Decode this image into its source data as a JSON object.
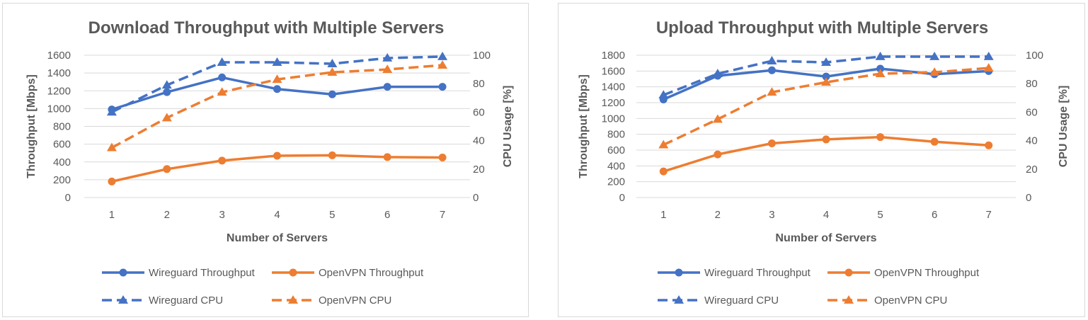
{
  "colors": {
    "wireguard": "#4472c4",
    "openvpn": "#ed7d31",
    "grid": "#d9d9d9",
    "text": "#595959"
  },
  "chart_data": [
    {
      "type": "line",
      "title": "Download Throughput with Multiple Servers",
      "xlabel": "Number of Servers",
      "ylabel": "Throughput  [Mbps]",
      "y2label": "CPU Usage [%]",
      "categories": [
        "1",
        "2",
        "3",
        "4",
        "5",
        "6",
        "7"
      ],
      "ylim": [
        0,
        1600
      ],
      "yticks": [
        "0",
        "200",
        "400",
        "600",
        "800",
        "1000",
        "1200",
        "1400",
        "1600"
      ],
      "y2lim": [
        0,
        100
      ],
      "y2ticks": [
        "0",
        "20",
        "40",
        "60",
        "80",
        "100"
      ],
      "grid": true,
      "legend": "bottom",
      "series": [
        {
          "name": "Wireguard Throughput",
          "axis": "left",
          "style": "solid",
          "marker": "circle",
          "color": "wireguard",
          "values": [
            990,
            1185,
            1350,
            1220,
            1160,
            1245,
            1245
          ]
        },
        {
          "name": "OpenVPN Throughput",
          "axis": "left",
          "style": "solid",
          "marker": "circle",
          "color": "openvpn",
          "values": [
            180,
            320,
            415,
            470,
            475,
            455,
            450
          ]
        },
        {
          "name": "Wireguard CPU",
          "axis": "right",
          "style": "dashed",
          "marker": "triangle",
          "color": "wireguard",
          "values": [
            60,
            79,
            95,
            95,
            94,
            98,
            99
          ]
        },
        {
          "name": "OpenVPN CPU",
          "axis": "right",
          "style": "dashed",
          "marker": "triangle",
          "color": "openvpn",
          "values": [
            35,
            56,
            74,
            83,
            88,
            90,
            93
          ]
        }
      ]
    },
    {
      "type": "line",
      "title": "Upload Throughput with Multiple Servers",
      "xlabel": "Number of Servers",
      "ylabel": "Throughput  [Mbps]",
      "y2label": "CPU Usage [%]",
      "categories": [
        "1",
        "2",
        "3",
        "4",
        "5",
        "6",
        "7"
      ],
      "ylim": [
        0,
        1800
      ],
      "yticks": [
        "0",
        "200",
        "400",
        "600",
        "800",
        "1000",
        "1200",
        "1400",
        "1600",
        "1800"
      ],
      "y2lim": [
        0,
        100
      ],
      "y2ticks": [
        "0",
        "20",
        "40",
        "60",
        "80",
        "100"
      ],
      "grid": true,
      "legend": "bottom",
      "series": [
        {
          "name": "Wireguard Throughput",
          "axis": "left",
          "style": "solid",
          "marker": "circle",
          "color": "wireguard",
          "values": [
            1240,
            1540,
            1610,
            1530,
            1630,
            1560,
            1600
          ]
        },
        {
          "name": "OpenVPN Throughput",
          "axis": "left",
          "style": "solid",
          "marker": "circle",
          "color": "openvpn",
          "values": [
            330,
            545,
            685,
            735,
            765,
            705,
            660
          ]
        },
        {
          "name": "Wireguard CPU",
          "axis": "right",
          "style": "dashed",
          "marker": "triangle",
          "color": "wireguard",
          "values": [
            72,
            87,
            96,
            95,
            99,
            99,
            99
          ]
        },
        {
          "name": "OpenVPN CPU",
          "axis": "right",
          "style": "dashed",
          "marker": "triangle",
          "color": "openvpn",
          "values": [
            37,
            55,
            74,
            81,
            87,
            88,
            91
          ]
        }
      ]
    }
  ]
}
